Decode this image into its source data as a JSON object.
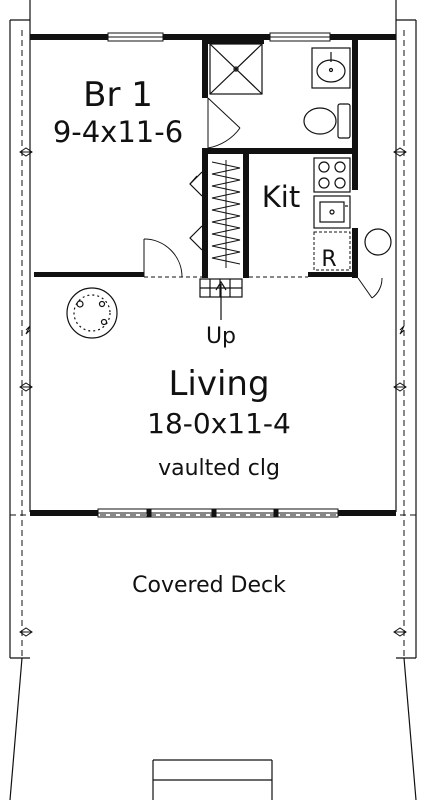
{
  "rooms": {
    "bedroom": {
      "name": "Br 1",
      "dimensions": "9-4x11-6"
    },
    "kitchen": {
      "name": "Kit"
    },
    "refrigerator": {
      "label": "R"
    },
    "stair": {
      "label": "Up"
    },
    "living": {
      "name": "Living",
      "dimensions": "18-0x11-4",
      "note": "vaulted clg"
    },
    "deck": {
      "name": "Covered Deck"
    }
  },
  "colors": {
    "line": "#111111",
    "background": "#ffffff"
  }
}
